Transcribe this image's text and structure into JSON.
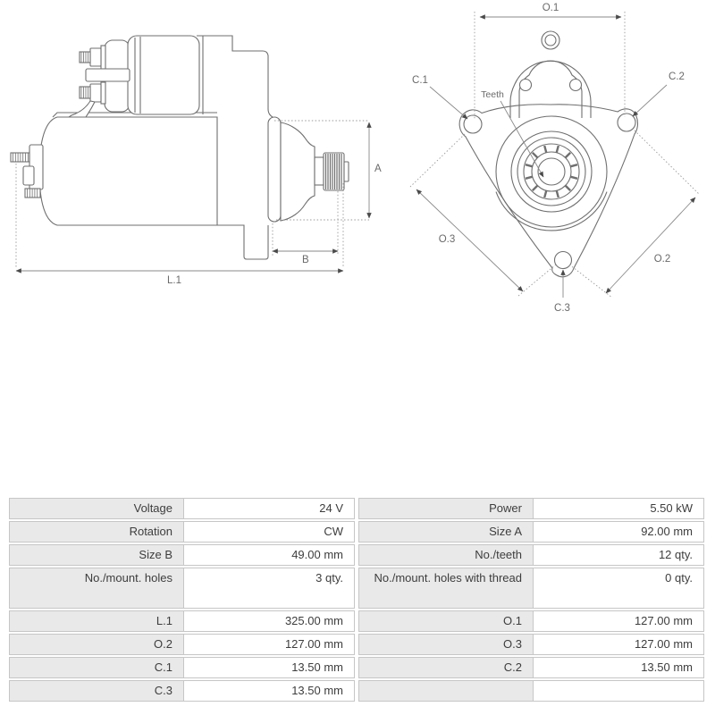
{
  "diagram": {
    "side_view_labels": {
      "a": "A",
      "b": "B",
      "l1": "L.1"
    },
    "front_view_labels": {
      "o1": "O.1",
      "c1": "C.1",
      "c2": "C.2",
      "teeth": "Teeth",
      "o3": "O.3",
      "o2": "O.2",
      "c3": "C.3"
    },
    "line_color": "#6f6f6f",
    "dim_color": "#8a8a8a"
  },
  "spec_table": {
    "label_bg": "#e9e9e9",
    "border_color": "#c6c6c6",
    "rows": [
      {
        "label1": "Voltage",
        "value1": "24 V",
        "label2": "Power",
        "value2": "5.50 kW"
      },
      {
        "label1": "Rotation",
        "value1": "CW",
        "label2": "Size A",
        "value2": "92.00 mm"
      },
      {
        "label1": "Size B",
        "value1": "49.00 mm",
        "label2": "No./teeth",
        "value2": "12 qty."
      },
      {
        "label1": "No./mount. holes",
        "value1": "3 qty.",
        "label2": "No./mount. holes with thread",
        "value2": "0 qty."
      },
      {
        "label1": "L.1",
        "value1": "325.00 mm",
        "label2": "O.1",
        "value2": "127.00 mm"
      },
      {
        "label1": "O.2",
        "value1": "127.00 mm",
        "label2": "O.3",
        "value2": "127.00 mm"
      },
      {
        "label1": "C.1",
        "value1": "13.50 mm",
        "label2": "C.2",
        "value2": "13.50 mm"
      },
      {
        "label1": "C.3",
        "value1": "13.50 mm",
        "label2": "",
        "value2": ""
      }
    ]
  }
}
